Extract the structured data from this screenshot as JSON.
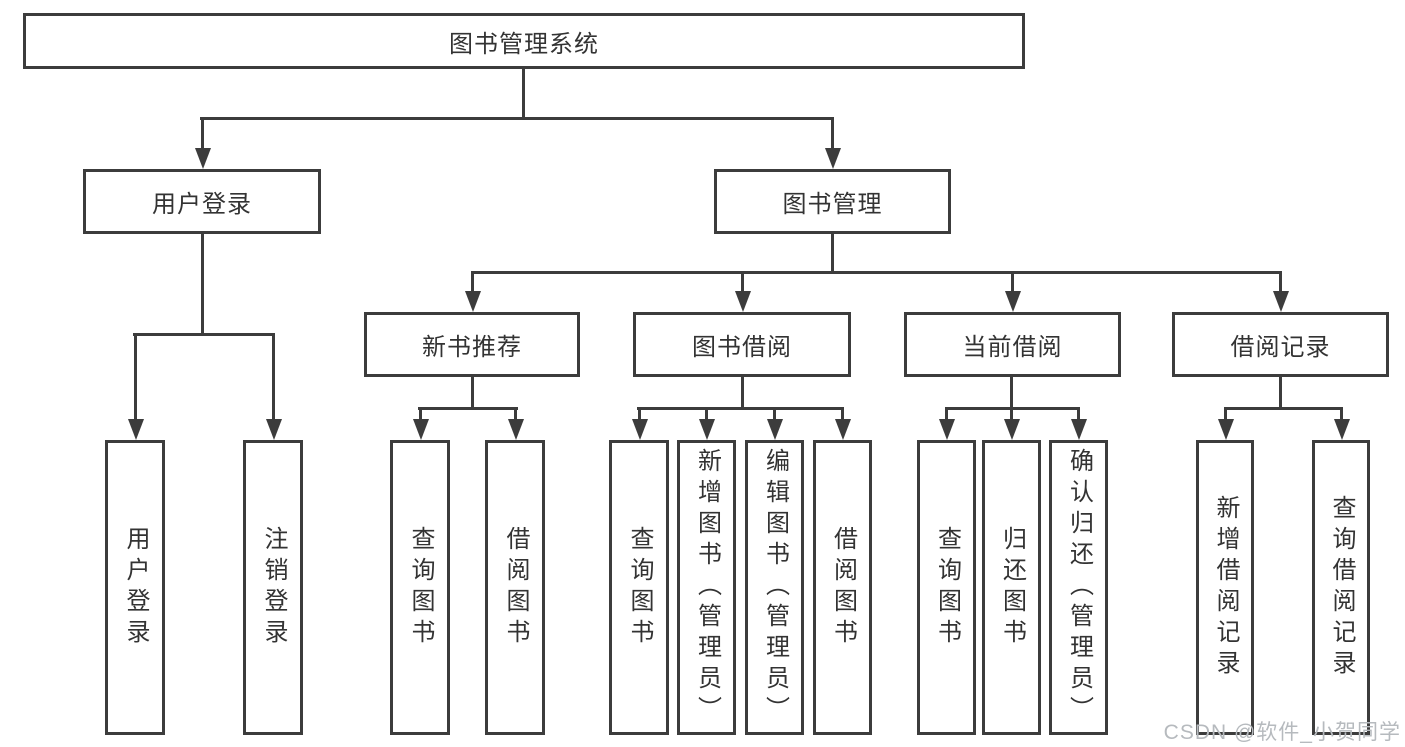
{
  "diagram": {
    "title": "图书管理系统",
    "root": "图书管理系统",
    "level2": [
      "用户登录",
      "图书管理"
    ],
    "level3": [
      "新书推荐",
      "图书借阅",
      "当前借阅",
      "借阅记录"
    ],
    "leaves": [
      [
        "用户登录",
        "注销登录"
      ],
      [
        "查询图书",
        "借阅图书"
      ],
      [
        "查询图书",
        "新增图书（管理员）",
        "编辑图书（管理员）",
        "借阅图书"
      ],
      [
        "查询图书",
        "归还图书",
        "确认归还（管理员）"
      ],
      [
        "新增借阅记录",
        "查询借阅记录"
      ]
    ]
  },
  "watermark": "CSDN @软件_小贺同学",
  "colors": {
    "line": "#3c3c3c",
    "text": "#333333",
    "watermark": "#b6babe",
    "background": "#ffffff"
  }
}
